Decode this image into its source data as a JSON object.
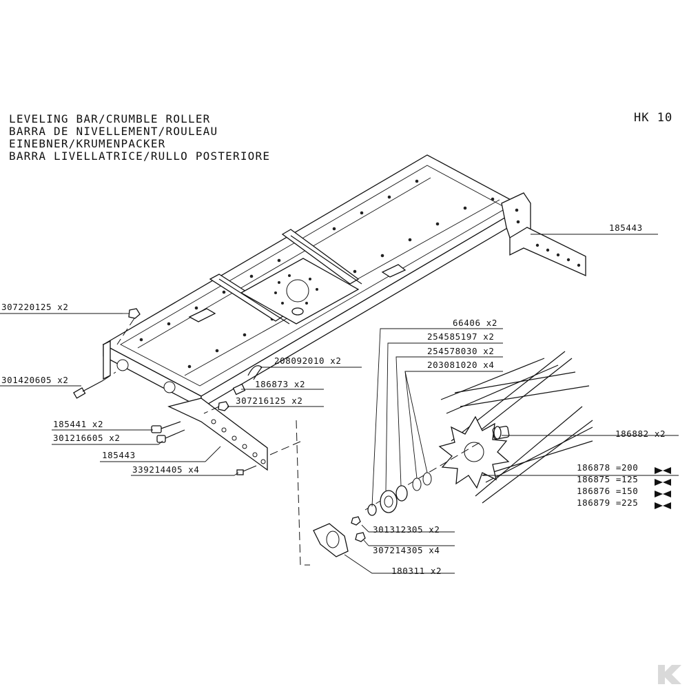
{
  "title_lines": [
    "LEVELING BAR/CRUMBLE ROLLER",
    "BARRA DE NIVELLEMENT/ROULEAU",
    "EINEBNER/KRUMENPACKER",
    "BARRA LIVELLATRICE/RULLO POSTERIORE"
  ],
  "model": "HK 10",
  "labels": {
    "l185443_top": "185443",
    "l307220125": "307220125 x2",
    "l301420605": "301420605 x2",
    "l208092010": "208092010 x2",
    "l186873": "186873 x2",
    "l307216125": "307216125 x2",
    "l185441": "185441 x2",
    "l301216605": "301216605 x2",
    "l185443_bottom": "185443",
    "l339214405": "339214405 x4",
    "l66406": "66406 x2",
    "l254585197": "254585197 x2",
    "l254578030": "254578030 x2",
    "l203081020": "203081020 x4",
    "l186882": "186882 x2",
    "l186878": "186878 =200",
    "l186875": "186875 =125",
    "l186876": "186876 =150",
    "l186879": "186879 =225",
    "l301312305": "301312305 x2",
    "l307214305": "307214305 x4",
    "l180311": "180311 x2"
  },
  "icons": {
    "width_marker": "bowtie-arrows-icon",
    "corner_logo": "k-logo-icon"
  },
  "colors": {
    "ink": "#111111",
    "paper": "#ffffff",
    "logo": "#d9d9d9"
  }
}
